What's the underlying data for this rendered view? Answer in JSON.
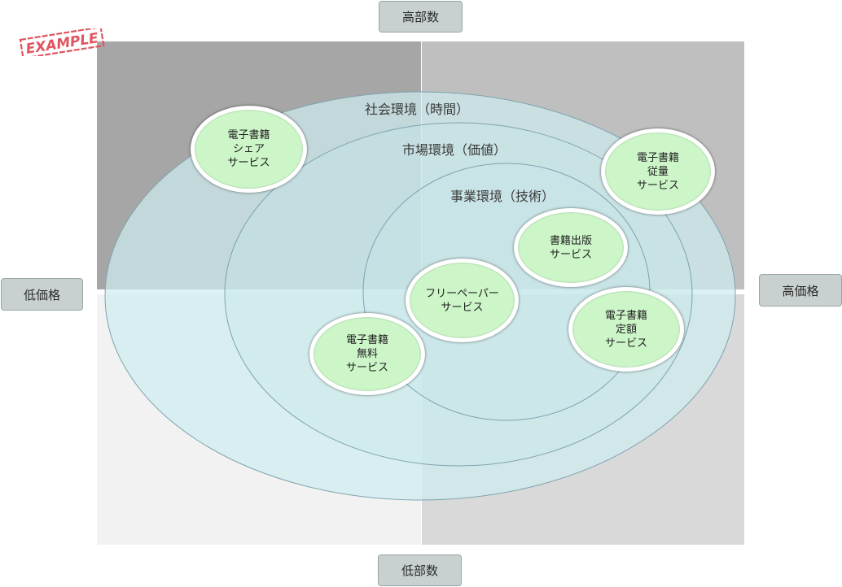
{
  "axes": {
    "top": "高部数",
    "bottom": "低部数",
    "left": "低価格",
    "right": "高価格"
  },
  "environments": {
    "social": "社会環境（時間）",
    "market": "市場環境（価値）",
    "business": "事業環境（技術）"
  },
  "bubbles": {
    "share": {
      "line1": "電子書籍",
      "line2": "シェア",
      "line3": "サービス"
    },
    "jyuryo": {
      "line1": "電子書籍",
      "line2": "従量",
      "line3": "サービス"
    },
    "shuppan": {
      "line1": "書籍出版",
      "line2": "サービス"
    },
    "free": {
      "line1": "フリーペーパー",
      "line2": "サービス"
    },
    "teigaku": {
      "line1": "電子書籍",
      "line2": "定額",
      "line3": "サービス"
    },
    "muryo": {
      "line1": "電子書籍",
      "line2": "無料",
      "line3": "サービス"
    }
  },
  "stamp": {
    "text": "EXAMPLE",
    "color": "#e05560"
  },
  "colors": {
    "quadrant_top_left": "#a6a6a6",
    "quadrant_top_right": "#bfbfbf",
    "quadrant_bottom_left": "#f2f2f2",
    "quadrant_bottom_right": "#d9d9d9",
    "oval_fill": "#c5e6ea",
    "oval_stroke": "#7fa3ae",
    "bubble_fill": "#ccf5c8"
  }
}
